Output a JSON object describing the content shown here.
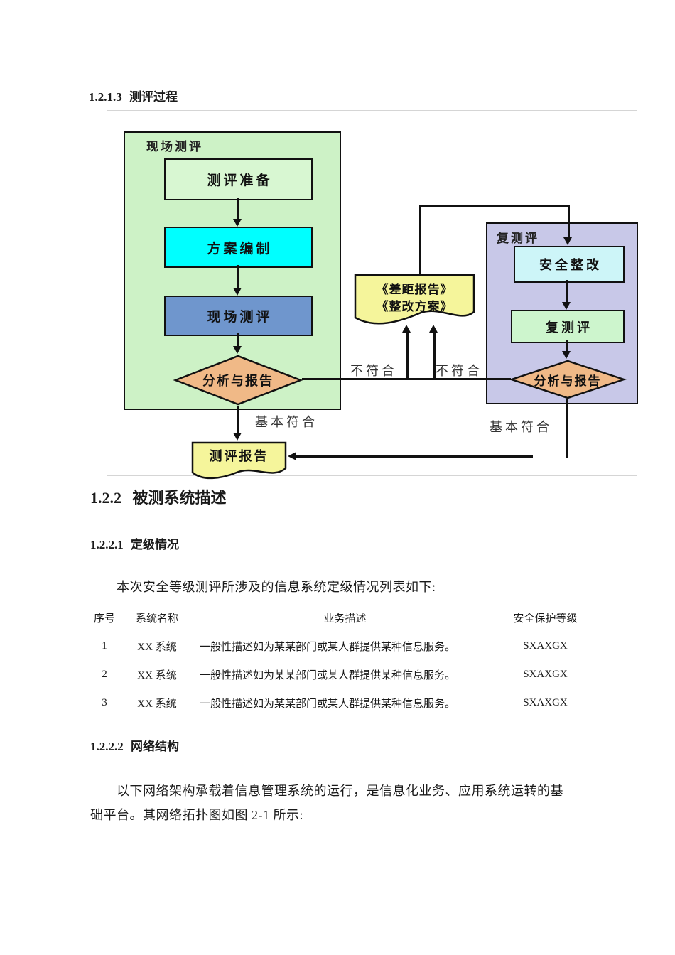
{
  "sections": {
    "process_heading": {
      "num": "1.2.1.3",
      "title": "测评过程"
    },
    "system_heading": {
      "num": "1.2.2",
      "title": "被测系统描述"
    },
    "grading_heading": {
      "num": "1.2.2.1",
      "title": "定级情况"
    },
    "grading_paragraph": "本次安全等级测评所涉及的信息系统定级情况列表如下:",
    "network_heading": {
      "num": "1.2.2.2",
      "title": "网络结构"
    },
    "network_paragraph": {
      "line1": "以下网络架构承载着信息管理系统的运行，是信息化业务、应用系统运转的基",
      "line2": "础平台。其网络拓扑图如图 2-1 所示:"
    }
  },
  "flowchart": {
    "left_group": {
      "label": "现场测评",
      "step1": "测评准备",
      "step2": "方案编制",
      "step3": "现场测评",
      "decision": "分析与报告"
    },
    "right_group": {
      "label": "复测评",
      "step1": "安全整改",
      "step2": "复测评",
      "decision": "分析与报告"
    },
    "documents": {
      "gap_report_line1": "《差距报告》",
      "gap_report_line2": "《整改方案》",
      "final_report": "测评报告"
    },
    "edge_labels": {
      "nonconform_left": "不符合",
      "nonconform_right": "不符合",
      "conform_left": "基本符合",
      "conform_right": "基本符合"
    },
    "colors": {
      "group_left_bg": "#cdf2c6",
      "step_prep_bg": "#d8f7d2",
      "step_plan_bg": "#00ffff",
      "step_field_bg": "#6f96cd",
      "decision_bg": "#f0b987",
      "document_bg": "#f5f59b",
      "group_right_bg": "#c8c8e8",
      "step_rectify_bg": "#cdf5f8",
      "step_retest_bg": "#cdf5cd",
      "line_color": "#111111"
    }
  },
  "table": {
    "headers": [
      "序号",
      "系统名称",
      "业务描述",
      "安全保护等级"
    ],
    "rows": [
      [
        "1",
        "XX 系统",
        "一般性描述如为某某部门或某人群提供某种信息服务。",
        "SXAXGX"
      ],
      [
        "2",
        "XX 系统",
        "一般性描述如为某某部门或某人群提供某种信息服务。",
        "SXAXGX"
      ],
      [
        "3",
        "XX 系统",
        "一般性描述如为某某部门或某人群提供某种信息服务。",
        "SXAXGX"
      ]
    ]
  }
}
